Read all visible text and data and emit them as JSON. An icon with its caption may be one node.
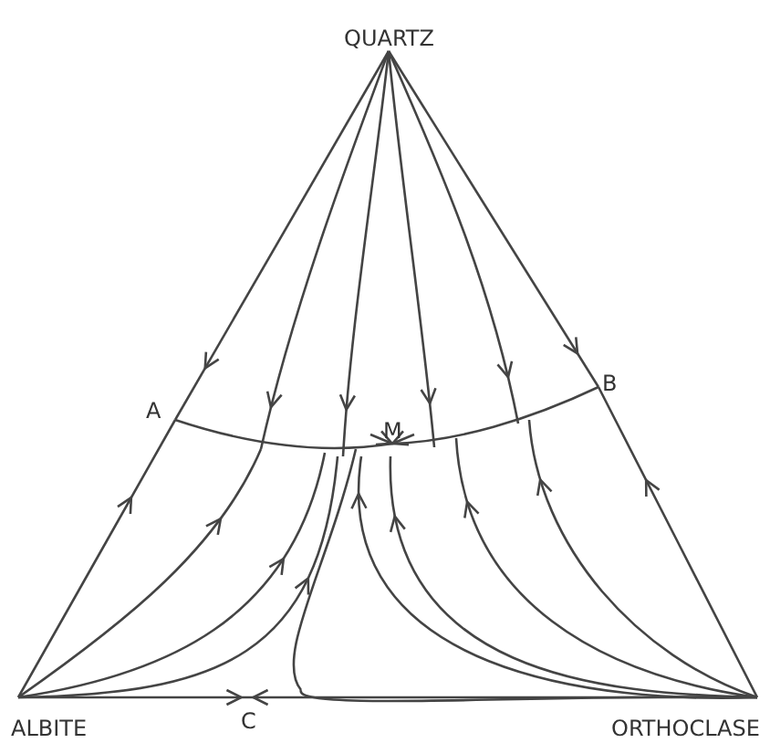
{
  "diagram": {
    "labels": [
      "QUARTZ",
      "A",
      "M",
      "B",
      "ALBITE",
      "C",
      "ORTHOCLASE"
    ]
  }
}
